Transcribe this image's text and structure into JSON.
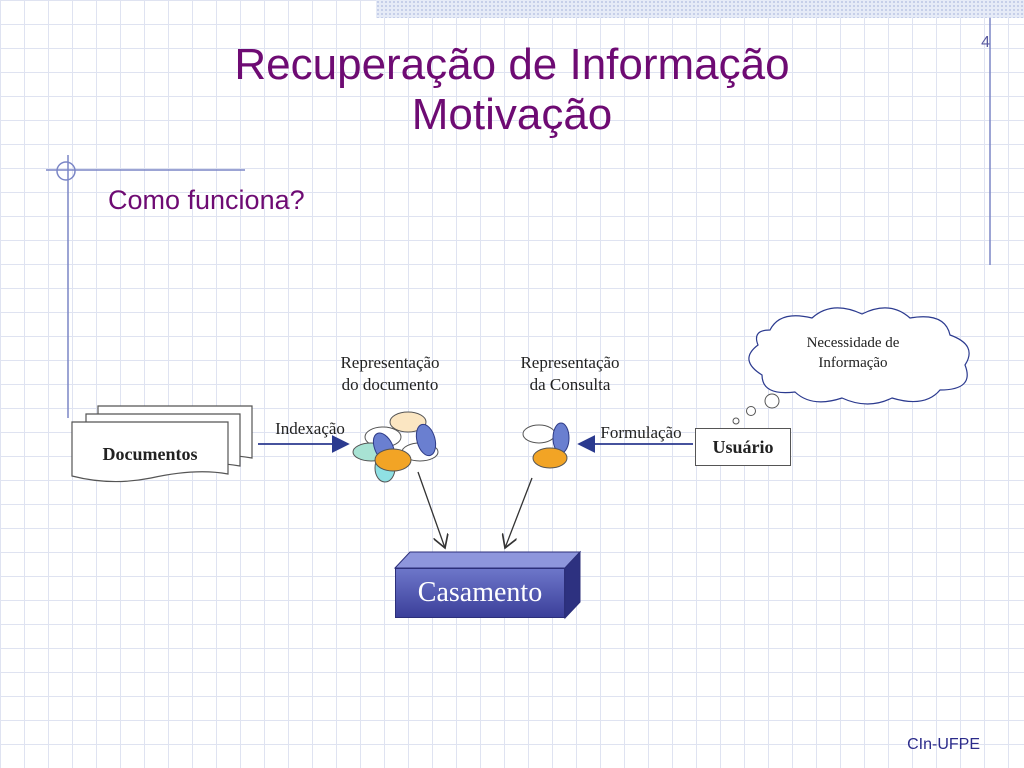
{
  "slide": {
    "page_number": "4",
    "title_line1": "Recuperação de Informação",
    "title_line2": "Motivação",
    "subtitle": "Como funciona?",
    "footer": "CIn-UFPE"
  },
  "diagram": {
    "documents_label": "Documentos",
    "indexing_label": "Indexação",
    "doc_representation_line1": "Representação",
    "doc_representation_line2": "do documento",
    "query_representation_line1": "Representação",
    "query_representation_line2": "da Consulta",
    "formulation_label": "Formulação",
    "user_label": "Usuário",
    "need_line1": "Necessidade de",
    "need_line2": "Informação",
    "matching_label": "Casamento"
  },
  "colors": {
    "title": "#6e0b73",
    "matching_box": "#4a50ad",
    "arrow": "#2b3a8f"
  }
}
